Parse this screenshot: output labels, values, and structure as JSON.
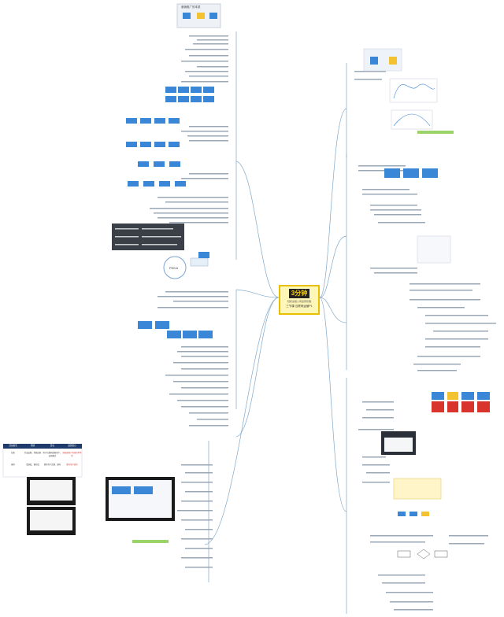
{
  "center": {
    "logo": "3分钟",
    "subtitle": "·轻松读懂公司运营管理·",
    "title": "三节课·互联网运营P1"
  },
  "top_image_title": "营销推广的本质",
  "table_panel": {
    "headers": [
      "活动类型",
      "周期",
      "目标",
      "运营核心"
    ],
    "rows": [
      [
        "拉新",
        "打法成熟，持续拉新",
        "用户拉新获取新用户，运营模式",
        "获取新用户的转化率等等"
      ],
      [
        "留存",
        "活跃度、留存度",
        "提升用户活跃、留存",
        "留存用户转化"
      ]
    ]
  },
  "colors": {
    "center_fill": "#fff7b8",
    "center_border": "#e8c000",
    "link": "#7fa8c9",
    "accent_blue": "#2f7bd6",
    "accent_green": "#9bd36b",
    "accent_red": "#d9342b",
    "dark_panel": "#1c2230"
  }
}
